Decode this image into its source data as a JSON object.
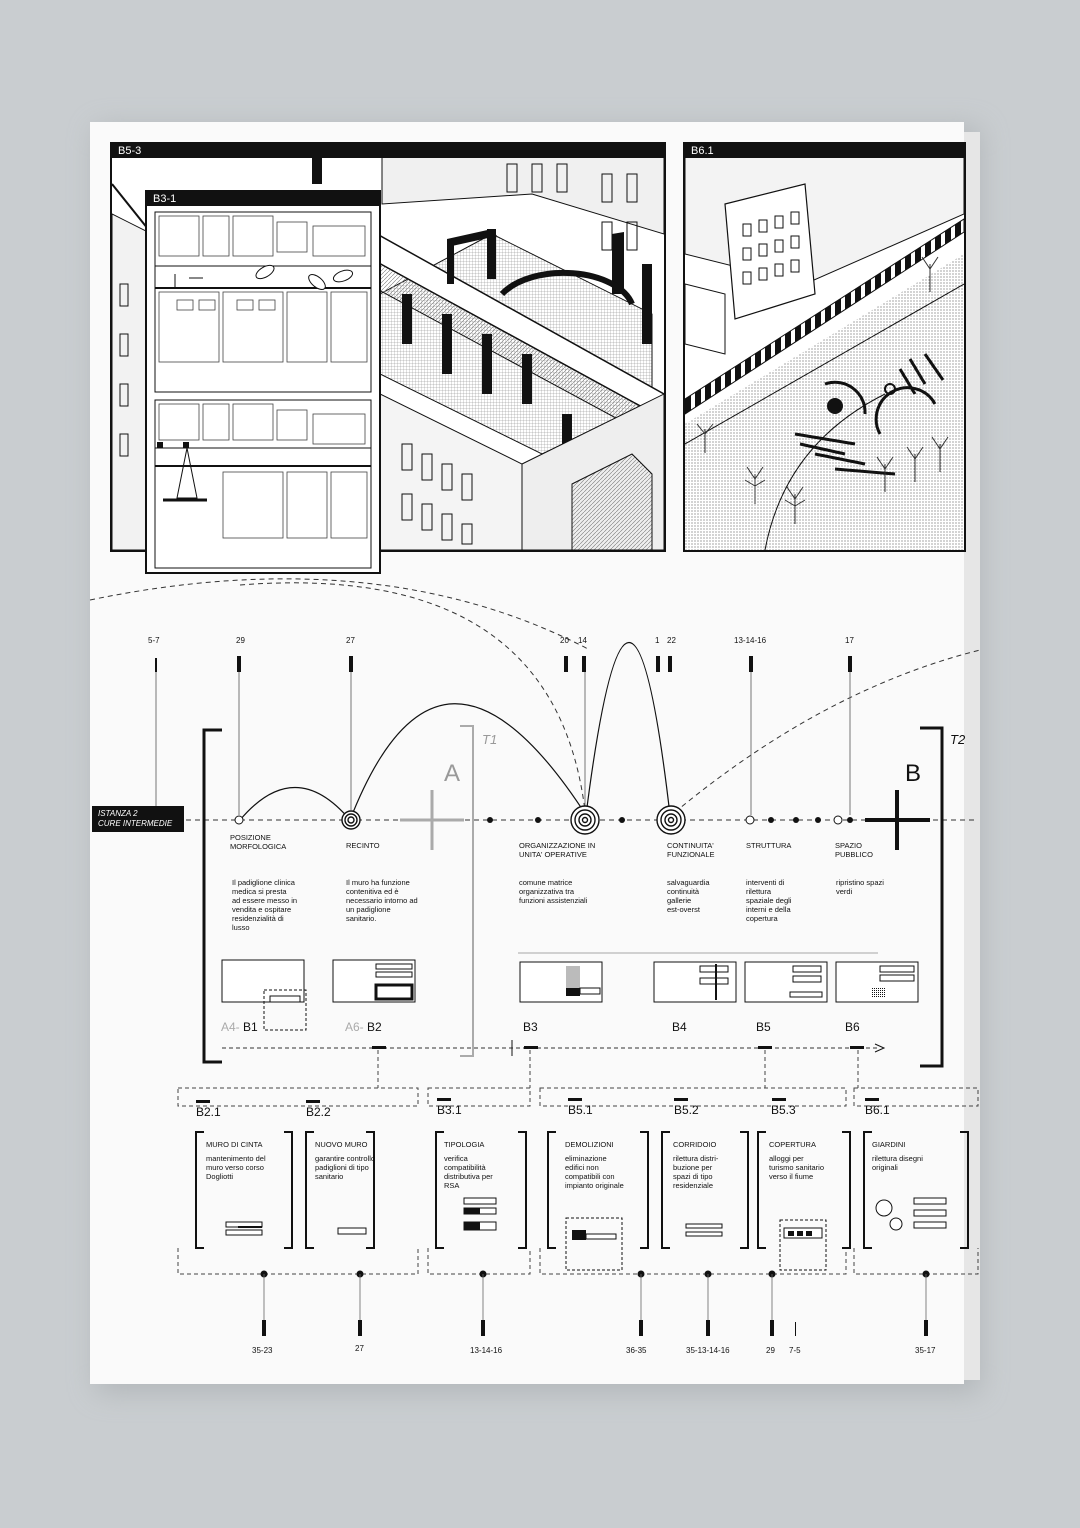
{
  "panels": {
    "b5_3": "B5-3",
    "b3_1": "B3-1",
    "b6_1": "B6.1"
  },
  "timeline": {
    "istanza_line1": "ISTANZA 2",
    "istanza_line2": "CURE INTERMEDIE",
    "t1": "T1",
    "t2": "T2",
    "letter_a": "A",
    "letter_b": "B",
    "top_numbers": [
      "5-7",
      "29",
      "27",
      "20",
      "14",
      "1",
      "22",
      "13-14-16",
      "17"
    ],
    "nodes": [
      {
        "label": [
          "POSIZIONE",
          "MORFOLOGICA"
        ],
        "desc": [
          "Il padiglione clinica",
          "medica si presta",
          "ad essere messo in",
          "vendita e ospitare",
          "residenzialità di",
          "lusso"
        ]
      },
      {
        "label": [
          "RECINTO"
        ],
        "desc": [
          "Il muro ha funzione",
          "contenitiva ed è",
          "necessario intorno ad",
          "un padiglione",
          "sanitario."
        ]
      },
      {
        "label": [
          "ORGANIZZAZIONE IN",
          "UNITA' OPERATIVE"
        ],
        "desc": [
          "comune matrice",
          "organizzativa tra",
          "funzioni assistenziali"
        ]
      },
      {
        "label": [
          "CONTINUITA'",
          "FUNZIONALE"
        ],
        "desc": [
          "salvaguardia",
          "continuità",
          "gallerie",
          "est-overst"
        ]
      },
      {
        "label": [
          "STRUTTURA"
        ],
        "desc": [
          "interventi di",
          "rilettura",
          "spaziale degli",
          "interni e della",
          "copertura"
        ]
      },
      {
        "label": [
          "SPAZIO",
          "PUBBLICO"
        ],
        "desc": [
          "ripristino spazi",
          "verdi"
        ]
      }
    ],
    "codes": {
      "a4": "A4-",
      "b1": "B1",
      "a6": "A6-",
      "b2": "B2",
      "b3": "B3",
      "b4": "B4",
      "b5": "B5",
      "b6": "B6"
    }
  },
  "cards": [
    {
      "code": "B2.1",
      "title": "MURO DI CINTA",
      "desc": [
        "mantenimento del",
        "muro verso corso",
        "Dogliotti"
      ]
    },
    {
      "code": "B2.2",
      "title": "NUOVO MURO",
      "desc": [
        "garantire controllo",
        "padiglioni di tipo",
        "sanitario"
      ]
    },
    {
      "code": "B3.1",
      "title": "TIPOLOGIA",
      "desc": [
        "verifica",
        "compatibilità",
        "distributiva per",
        "RSA"
      ]
    },
    {
      "code": "B5.1",
      "title": "DEMOLIZIONI",
      "desc": [
        "eliminazione",
        "edifici non",
        "compatibili con",
        "impianto originale"
      ]
    },
    {
      "code": "B5.2",
      "title": "CORRIDOIO",
      "desc": [
        "rilettura distri-",
        "buzione per",
        "spazi di tipo",
        "residenziale"
      ]
    },
    {
      "code": "B5.3",
      "title": "COPERTURA",
      "desc": [
        "alloggi per",
        "turismo sanitario",
        "verso il fiume"
      ]
    },
    {
      "code": "B6.1",
      "title": "GIARDINI",
      "desc": [
        "rilettura disegni",
        "originali"
      ]
    }
  ],
  "bottom_numbers": [
    "35-23",
    "27",
    "13-14-16",
    "36-35",
    "35-13-14-16",
    "29",
    "7-5",
    "35-17"
  ]
}
